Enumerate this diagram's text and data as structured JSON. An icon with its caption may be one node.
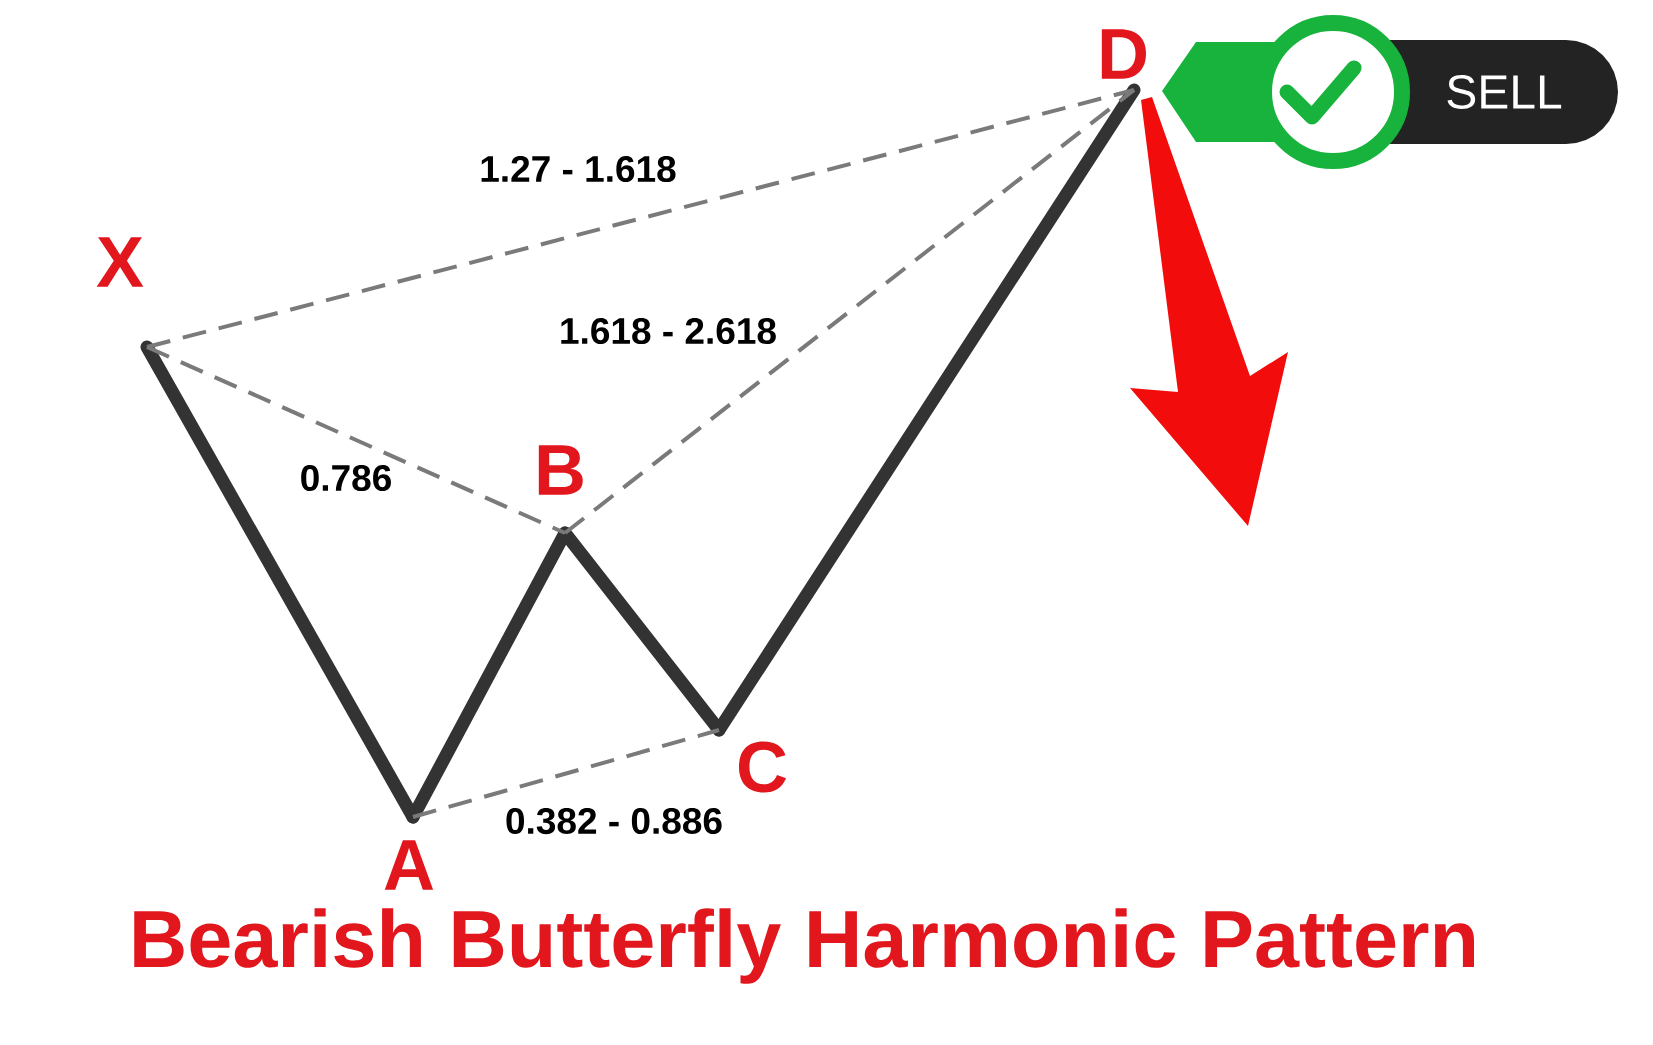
{
  "diagram": {
    "title": "Bearish Butterfly Harmonic Pattern",
    "nodes": [
      {
        "text": [
          "X"
        ]
      },
      {
        "text": [
          "A"
        ]
      },
      {
        "text": [
          "B"
        ]
      },
      {
        "text": [
          "C"
        ]
      },
      {
        "text": [
          "D"
        ]
      },
      {
        "text": [
          "SELL"
        ]
      }
    ],
    "edges": [
      {
        "from": 0,
        "to": 1,
        "arrow": "none",
        "style": "thick"
      },
      {
        "from": 1,
        "to": 2,
        "arrow": "none",
        "style": "thick"
      },
      {
        "from": 2,
        "to": 3,
        "arrow": "none",
        "style": "thick"
      },
      {
        "from": 3,
        "to": 4,
        "arrow": "none",
        "style": "thick"
      },
      {
        "from": 0,
        "to": 4,
        "arrow": "none",
        "style": "dashed",
        "color": "#7a7a7a",
        "label": "1.27 - 1.618"
      },
      {
        "from": 0,
        "to": 2,
        "arrow": "none",
        "style": "dashed",
        "color": "#7a7a7a",
        "label": "0.786"
      },
      {
        "from": 2,
        "to": 4,
        "arrow": "none",
        "style": "dashed",
        "color": "#7a7a7a",
        "label": "1.618 - 2.618"
      },
      {
        "from": 1,
        "to": 3,
        "arrow": "none",
        "style": "dashed",
        "color": "#7a7a7a",
        "label": "0.382 - 0.886"
      }
    ]
  }
}
